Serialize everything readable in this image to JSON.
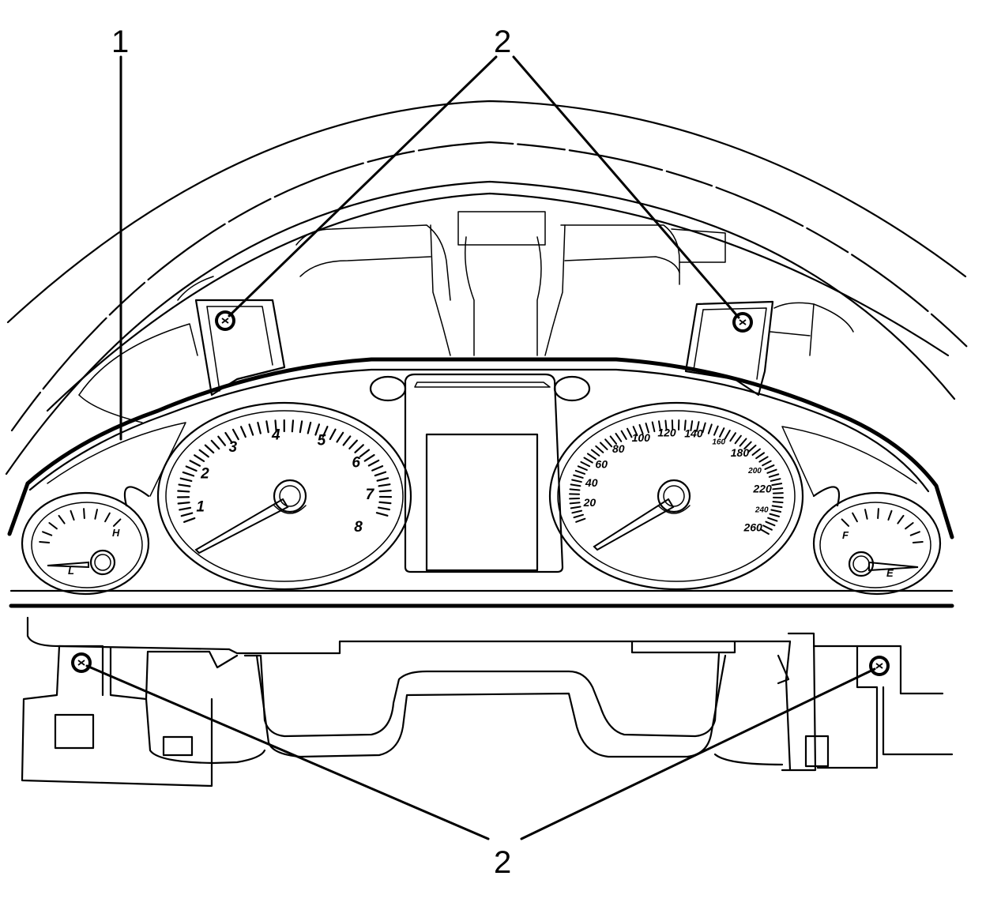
{
  "callouts": {
    "cluster": "1",
    "screw_top": "2",
    "screw_bottom": "2"
  },
  "tachometer": {
    "labels": [
      "1",
      "2",
      "3",
      "4",
      "5",
      "6",
      "7",
      "8"
    ]
  },
  "speedometer": {
    "labels": [
      "20",
      "40",
      "60",
      "80",
      "100",
      "120",
      "140",
      "160",
      "180",
      "200",
      "220",
      "240",
      "260"
    ]
  },
  "temp_gauge": {
    "high": "H",
    "low": "L"
  },
  "fuel_gauge": {
    "full": "F",
    "empty": "E"
  },
  "icons": [
    "screw-icon"
  ]
}
